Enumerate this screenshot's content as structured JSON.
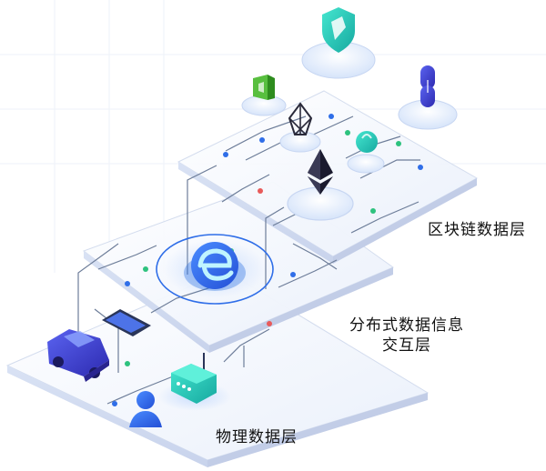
{
  "layers": {
    "blockchain": {
      "label": "区块链数据层"
    },
    "interaction": {
      "label_line1": "分布式数据信息",
      "label_line2": "交互层"
    },
    "physical": {
      "label": "物理数据层"
    }
  },
  "icons": {
    "blockchain": [
      "shield-token-icon",
      "neo-icon",
      "ontology-icon",
      "eos-icon",
      "waves-drop-icon",
      "ethereum-icon"
    ],
    "interaction": [
      "hub-logo-icon"
    ],
    "physical": [
      "car-icon",
      "tablet-icon",
      "router-icon",
      "user-icon"
    ]
  },
  "colors": {
    "teal": "#2fd3c0",
    "blue": "#2f6ee8",
    "indigo": "#3a33c9",
    "dark": "#1a1a2e",
    "green": "#2ec27e",
    "red": "#e85a5a",
    "line": "#6d7d99"
  }
}
